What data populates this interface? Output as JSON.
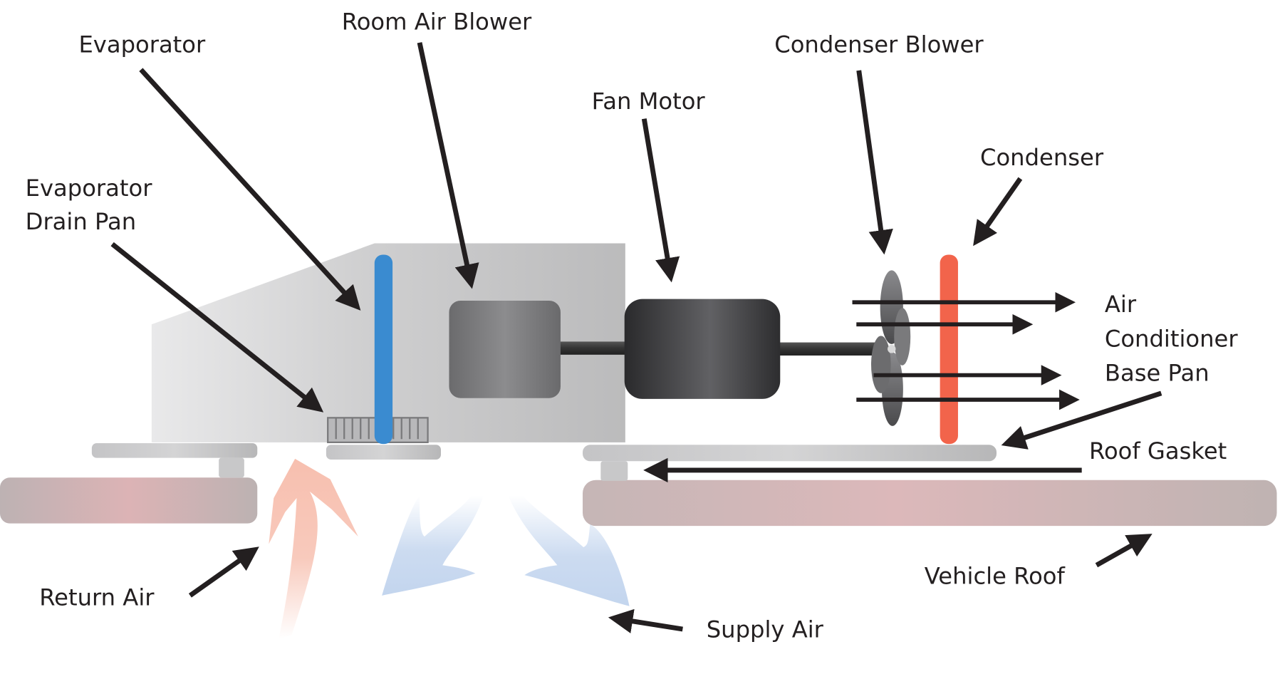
{
  "diagram": {
    "title": "RV Rooftop Air Conditioner Components",
    "labels": {
      "evaporator": "Evaporator",
      "room_air_blower": "Room Air Blower",
      "condenser_blower": "Condenser Blower",
      "fan_motor": "Fan Motor",
      "condenser": "Condenser",
      "drain_pan_line1": "Evaporator",
      "drain_pan_line2": "Drain Pan",
      "base_pan_line1": "Air",
      "base_pan_line2": "Conditioner",
      "base_pan_line3": "Base Pan",
      "roof_gasket": "Roof Gasket",
      "vehicle_roof": "Vehicle Roof",
      "return_air": "Return Air",
      "supply_air": "Supply Air"
    },
    "colors": {
      "evaporator": "#3a8bd0",
      "condenser": "#f2644b",
      "return_air": "#f6b8a6",
      "supply_air": "#c3d5ee",
      "housing": "#c2c2c4",
      "roof": "#d9b8b9",
      "label_text": "#231f20"
    }
  }
}
